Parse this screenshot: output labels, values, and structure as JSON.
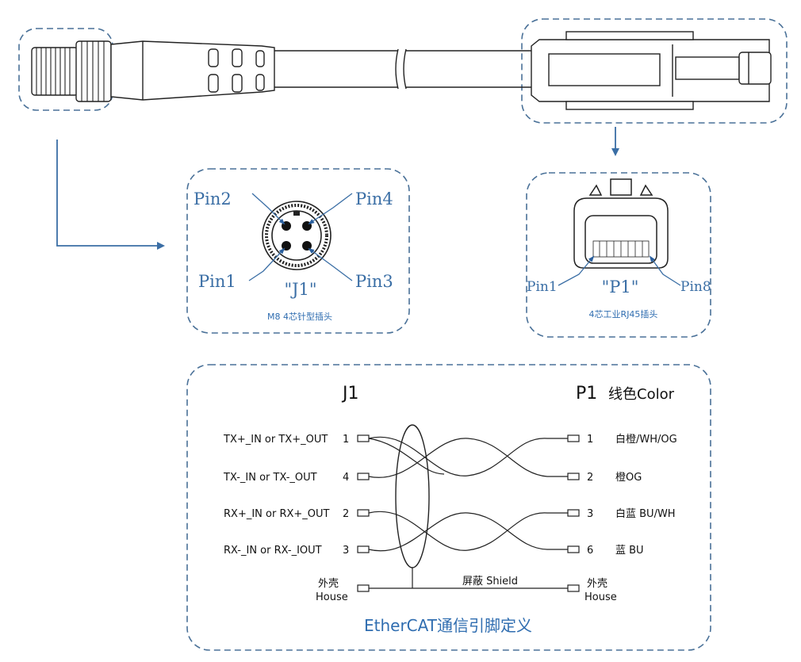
{
  "connector_j1": {
    "pin_labels": [
      "Pin2",
      "Pin4",
      "Pin1",
      "Pin3"
    ],
    "name": "\"J1\"",
    "caption": "M8 4芯针型插头"
  },
  "connector_p1": {
    "pin_labels": [
      "Pin1",
      "Pin8"
    ],
    "name": "\"P1\"",
    "caption": "4芯工业RJ45插头"
  },
  "wiring": {
    "left_header": "J1",
    "right_header": "P1",
    "right_subheader": "线色Color",
    "left_rows": [
      {
        "signal": "TX+_IN or TX+_OUT",
        "pin": "1"
      },
      {
        "signal": "TX-_IN or TX-_OUT",
        "pin": "4"
      },
      {
        "signal": "RX+_IN or RX+_OUT",
        "pin": "2"
      },
      {
        "signal": "RX-_IN or RX-_IOUT",
        "pin": "3"
      }
    ],
    "right_rows": [
      {
        "pin": "1",
        "color": "白橙/WH/OG"
      },
      {
        "pin": "2",
        "color": "橙OG"
      },
      {
        "pin": "3",
        "color": "白蓝 BU/WH"
      },
      {
        "pin": "6",
        "color": "蓝 BU"
      }
    ],
    "housing_left": [
      "外壳",
      "House"
    ],
    "housing_right": [
      "外壳",
      "House"
    ],
    "shield_label": "屏蔽 Shield",
    "footer_title": "EtherCAT通信引脚定义"
  },
  "colors": {
    "accent": "#2f6db0",
    "dashed": "#4a7198",
    "line": "#333333"
  }
}
